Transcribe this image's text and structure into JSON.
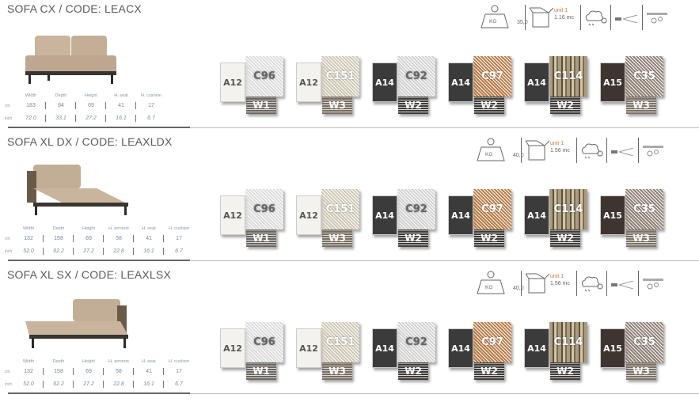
{
  "sections": [
    {
      "title": "SOFA CX / CODE: LEACX",
      "weight": "35,0",
      "kg_label": "KG",
      "unit": "unit 1",
      "volume": "1.16 mc",
      "headers": [
        "Width",
        "Depth",
        "Height",
        "H. seat",
        "H. cushion"
      ],
      "cm_label": "cm",
      "inch_label": "inch",
      "cm": [
        "183",
        "84",
        "69",
        "41",
        "17"
      ],
      "inch": [
        "72.0",
        "33.1",
        "27.2",
        "16.1",
        "6.7"
      ]
    },
    {
      "title": "SOFA XL DX / CODE: LEAXLDX",
      "weight": "40,0",
      "kg_label": "KG",
      "unit": "unit 1",
      "volume": "1.56 mc",
      "headers": [
        "Width",
        "Depth",
        "Height",
        "H. armrest",
        "H. seat",
        "H. cushion"
      ],
      "cm_label": "cm",
      "inch_label": "inch",
      "cm": [
        "132",
        "158",
        "69",
        "58",
        "41",
        "17"
      ],
      "inch": [
        "52.0",
        "62.2",
        "27.2",
        "22.8",
        "16.1",
        "6.7"
      ]
    },
    {
      "title": "SOFA XL SX / CODE: LEAXLSX",
      "weight": "40,0",
      "kg_label": "KG",
      "unit": "unit 1",
      "volume": "1.56 mc",
      "headers": [
        "Width",
        "Depth",
        "Height",
        "H. armrest",
        "H. seat",
        "H. cushion"
      ],
      "cm_label": "cm",
      "inch_label": "inch",
      "cm": [
        "132",
        "158",
        "69",
        "58",
        "41",
        "17"
      ],
      "inch": [
        "52.0",
        "62.2",
        "27.2",
        "22.8",
        "16.1",
        "6.7"
      ]
    }
  ],
  "swatches": [
    {
      "a": "A12",
      "c": "C96",
      "w": "W1",
      "a_color": "#f3f2ee",
      "a_text": "#555",
      "c_color": "#dcdcdc",
      "c_text": "#666",
      "w_color": "#6b6560"
    },
    {
      "a": "A12",
      "c": "C151",
      "w": "W3",
      "a_color": "#f3f2ee",
      "a_text": "#555",
      "c_color": "#cfc7b5",
      "c_text": "#fff",
      "w_color": "#7a6e60"
    },
    {
      "a": "A14",
      "c": "C92",
      "w": "W2",
      "a_color": "#3b3b3b",
      "a_text": "#fff",
      "c_color": "#d2d2d2",
      "c_text": "#666",
      "w_color": "#3e3b38"
    },
    {
      "a": "A14",
      "c": "C97",
      "w": "W2",
      "a_color": "#3b3b3b",
      "a_text": "#fff",
      "c_color": "#b87a45",
      "c_text": "#fff",
      "w_color": "#3e3b38"
    },
    {
      "a": "A14",
      "c": "C114",
      "w": "W2",
      "a_color": "#3b3b3b",
      "a_text": "#fff",
      "c_color": "#a89c84",
      "c_text": "#fff",
      "w_color": "#3e3b38"
    },
    {
      "a": "A15",
      "c": "C35",
      "w": "W3",
      "a_color": "#3f3530",
      "a_text": "#fff",
      "c_color": "#8e7f75",
      "c_text": "#fff",
      "w_color": "#7d7265"
    }
  ]
}
